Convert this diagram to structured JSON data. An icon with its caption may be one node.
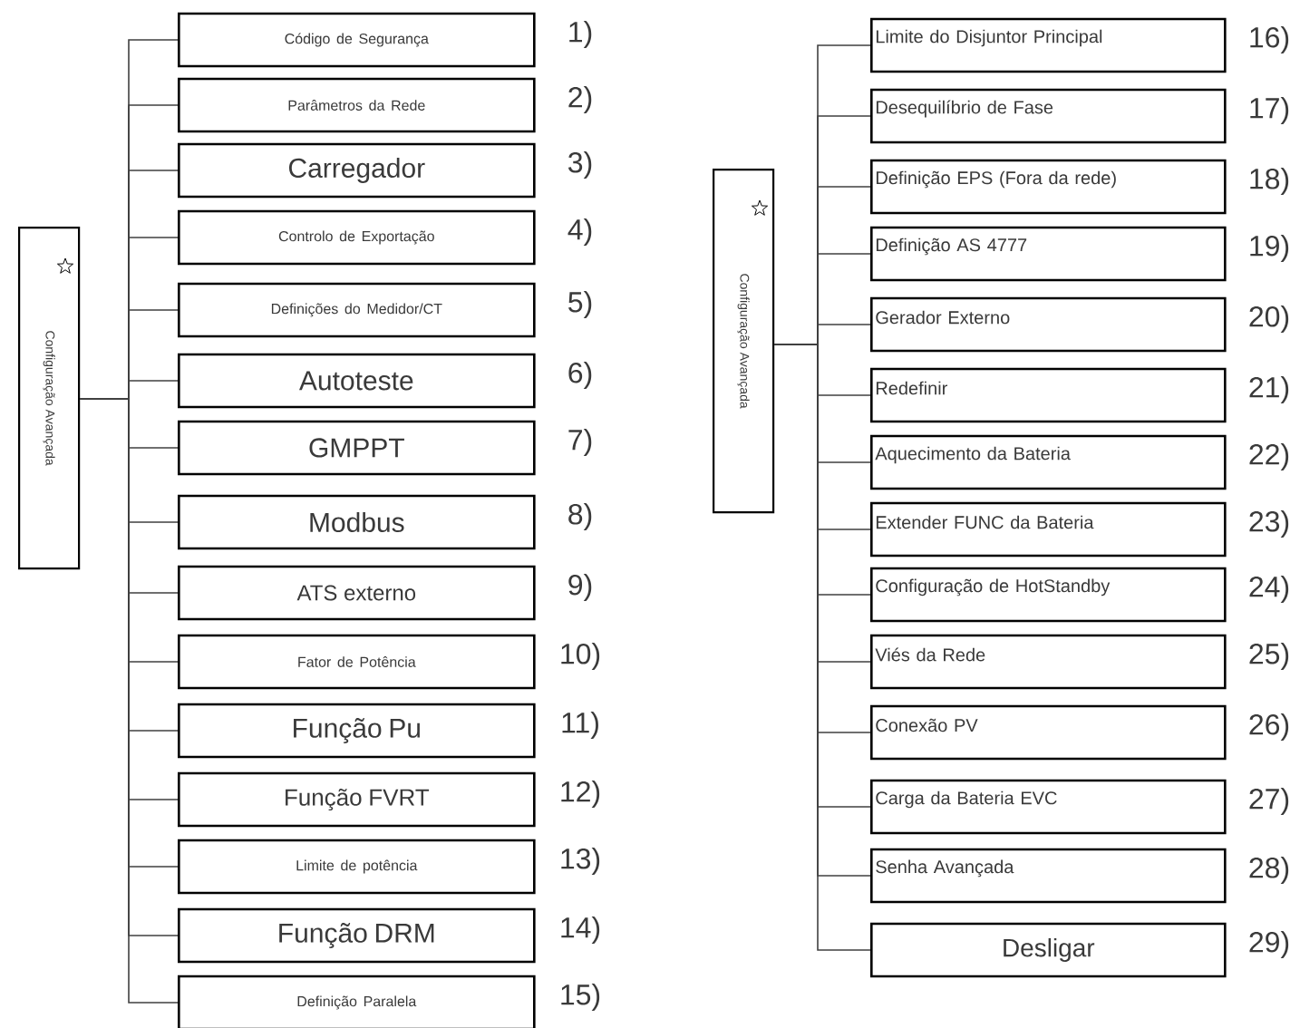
{
  "diagram": {
    "nodes": [
      {
        "text": [
          "Configuração Avançada"
        ]
      },
      {
        "text": [
          "Código de Segurança"
        ],
        "beside": [
          "1)"
        ]
      },
      {
        "text": [
          "Parâmetros da Rede"
        ],
        "beside": [
          "2)"
        ]
      },
      {
        "text": [
          "Carregador"
        ],
        "beside": [
          "3)"
        ]
      },
      {
        "text": [
          "Controlo de Exportação"
        ],
        "beside": [
          "4)"
        ]
      },
      {
        "text": [
          "Definições do Medidor/CT"
        ],
        "beside": [
          "5)"
        ]
      },
      {
        "text": [
          "Autoteste"
        ],
        "beside": [
          "6)"
        ]
      },
      {
        "text": [
          "GMPPT"
        ],
        "beside": [
          "7)"
        ]
      },
      {
        "text": [
          "Modbus"
        ],
        "beside": [
          "8)"
        ]
      },
      {
        "text": [
          "ATS externo"
        ],
        "beside": [
          "9)"
        ]
      },
      {
        "text": [
          "Fator de Potência"
        ],
        "beside": [
          "10)"
        ]
      },
      {
        "text": [
          "Função Pu"
        ],
        "beside": [
          "11)"
        ]
      },
      {
        "text": [
          "Função FVRT"
        ],
        "beside": [
          "12)"
        ]
      },
      {
        "text": [
          "Limite de potência"
        ],
        "beside": [
          "13)"
        ]
      },
      {
        "text": [
          "Função DRM"
        ],
        "beside": [
          "14)"
        ]
      },
      {
        "text": [
          "Definição Paralela"
        ],
        "beside": [
          "15)"
        ]
      },
      {
        "text": [
          "Configuração Avançada"
        ]
      },
      {
        "text": [
          "Limite do Disjuntor Principal"
        ],
        "beside": [
          "16)"
        ]
      },
      {
        "text": [
          "Desequilíbrio de Fase"
        ],
        "beside": [
          "17)"
        ]
      },
      {
        "text": [
          "Definição EPS (Fora da rede)"
        ],
        "beside": [
          "18)"
        ]
      },
      {
        "text": [
          "Definição AS 4777"
        ],
        "beside": [
          "19)"
        ]
      },
      {
        "text": [
          "Gerador Externo"
        ],
        "beside": [
          "20)"
        ]
      },
      {
        "text": [
          "Redefinir"
        ],
        "beside": [
          "21)"
        ]
      },
      {
        "text": [
          "Aquecimento da Bateria"
        ],
        "beside": [
          "22)"
        ]
      },
      {
        "text": [
          "Extender FUNC da Bateria"
        ],
        "beside": [
          "23)"
        ]
      },
      {
        "text": [
          "Configuração de HotStandby"
        ],
        "beside": [
          "24)"
        ]
      },
      {
        "text": [
          "Viés da Rede"
        ],
        "beside": [
          "25)"
        ]
      },
      {
        "text": [
          "Conexão PV"
        ],
        "beside": [
          "26)"
        ]
      },
      {
        "text": [
          "Carga da Bateria EVC"
        ],
        "beside": [
          "27)"
        ]
      },
      {
        "text": [
          "Senha Avançada"
        ],
        "beside": [
          "28)"
        ]
      },
      {
        "text": [
          "Desligar"
        ],
        "beside": [
          "29)"
        ]
      }
    ],
    "edges": [
      {
        "from": 0,
        "to": 1,
        "arrow": "none"
      },
      {
        "from": 0,
        "to": 2,
        "arrow": "none"
      },
      {
        "from": 0,
        "to": 3,
        "arrow": "none"
      },
      {
        "from": 0,
        "to": 4,
        "arrow": "none"
      },
      {
        "from": 0,
        "to": 5,
        "arrow": "none"
      },
      {
        "from": 0,
        "to": 6,
        "arrow": "none"
      },
      {
        "from": 0,
        "to": 7,
        "arrow": "none"
      },
      {
        "from": 0,
        "to": 8,
        "arrow": "none"
      },
      {
        "from": 0,
        "to": 9,
        "arrow": "none"
      },
      {
        "from": 0,
        "to": 10,
        "arrow": "none"
      },
      {
        "from": 0,
        "to": 11,
        "arrow": "none"
      },
      {
        "from": 0,
        "to": 12,
        "arrow": "none"
      },
      {
        "from": 0,
        "to": 13,
        "arrow": "none"
      },
      {
        "from": 0,
        "to": 14,
        "arrow": "none"
      },
      {
        "from": 0,
        "to": 15,
        "arrow": "none"
      },
      {
        "from": 16,
        "to": 17,
        "arrow": "none"
      },
      {
        "from": 16,
        "to": 18,
        "arrow": "none"
      },
      {
        "from": 16,
        "to": 19,
        "arrow": "none"
      },
      {
        "from": 16,
        "to": 20,
        "arrow": "none"
      },
      {
        "from": 16,
        "to": 21,
        "arrow": "none"
      },
      {
        "from": 16,
        "to": 22,
        "arrow": "none"
      },
      {
        "from": 16,
        "to": 23,
        "arrow": "none"
      },
      {
        "from": 16,
        "to": 24,
        "arrow": "none"
      },
      {
        "from": 16,
        "to": 25,
        "arrow": "none"
      },
      {
        "from": 16,
        "to": 26,
        "arrow": "none"
      },
      {
        "from": 16,
        "to": 27,
        "arrow": "none"
      },
      {
        "from": 16,
        "to": 28,
        "arrow": "none"
      },
      {
        "from": 16,
        "to": 29,
        "arrow": "none"
      },
      {
        "from": 16,
        "to": 30,
        "arrow": "none"
      }
    ]
  }
}
